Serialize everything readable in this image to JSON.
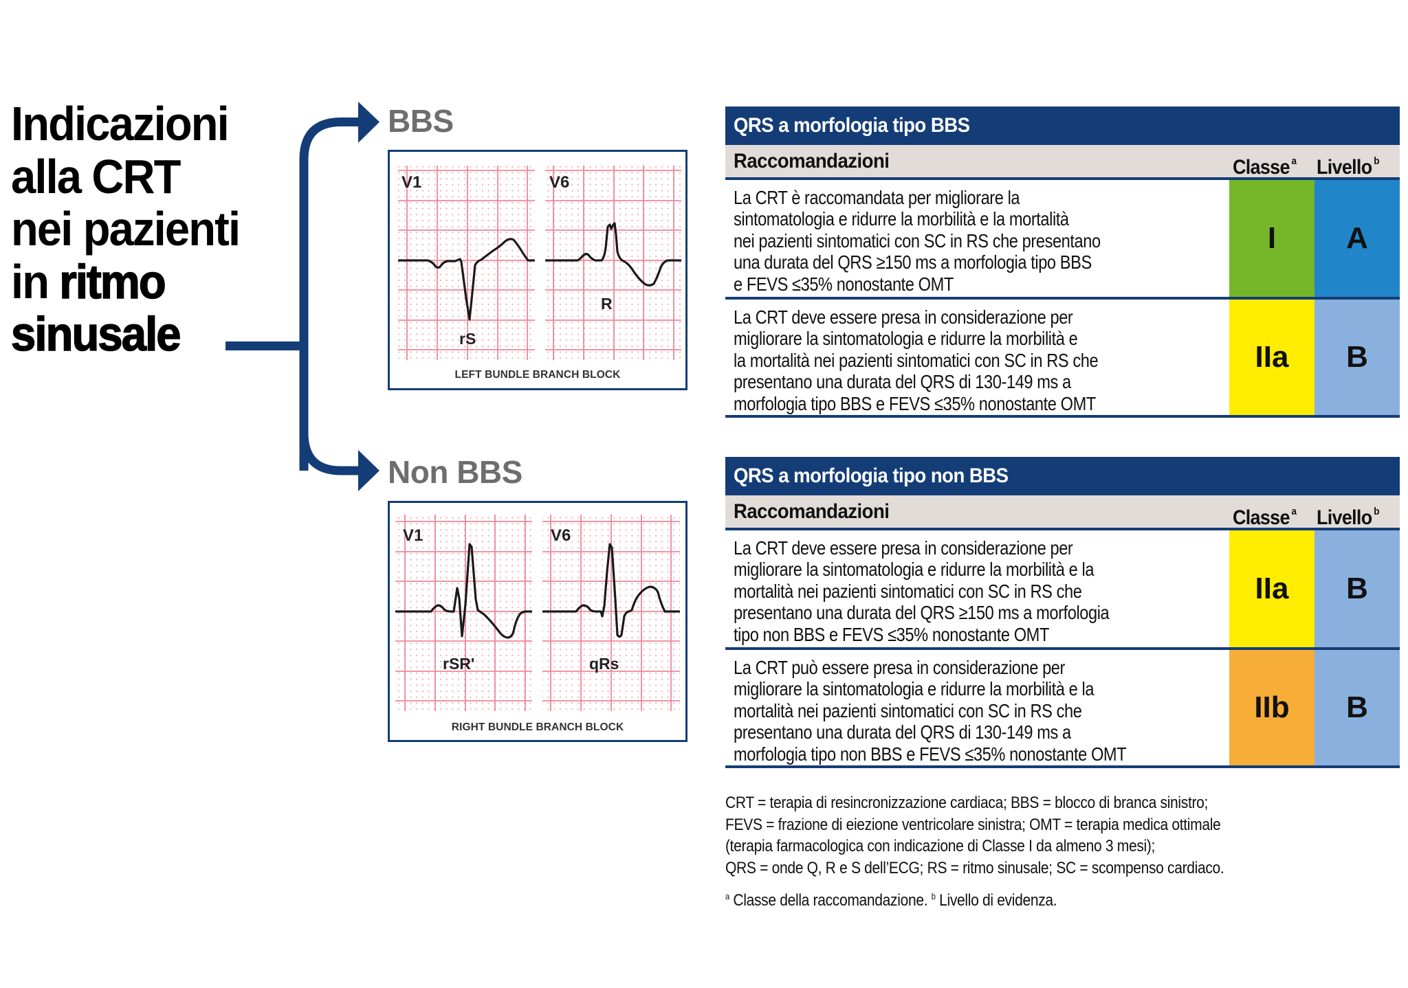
{
  "title": {
    "lines": [
      "Indicazioni",
      "alla CRT",
      "nei pazienti"
    ],
    "line4_normal": "in ",
    "line4_bold": "ritmo",
    "line5_bold": "sinusale"
  },
  "colors": {
    "navy": "#143d77",
    "header_gray": "#e2dcd9",
    "label_gray": "#6e6e6e",
    "class_I": "#76b72a",
    "class_IIa": "#ffed00",
    "class_IIb": "#f7ae38",
    "level_A": "#2186c9",
    "level_B": "#8ab0de",
    "ecg_grid": "#f09aa8"
  },
  "branches": {
    "bbs": {
      "label": "BBS",
      "ecg": {
        "lead_left": "V1",
        "lead_right": "V6",
        "wave_left": "rS",
        "wave_right": "R",
        "caption": "LEFT BUNDLE BRANCH BLOCK"
      }
    },
    "non_bbs": {
      "label": "Non BBS",
      "ecg": {
        "lead_left": "V1",
        "lead_right": "V6",
        "wave_left": "rSR'",
        "wave_right": "qRs",
        "caption": "RIGHT BUNDLE BRANCH BLOCK"
      }
    }
  },
  "tables": [
    {
      "title": "QRS a morfologia tipo BBS",
      "header": {
        "recommendations": "Raccomandazioni",
        "class": "Classe",
        "class_sup": "a",
        "level": "Livello",
        "level_sup": "b"
      },
      "rows": [
        {
          "lines": [
            "La CRT è raccomandata per migliorare la",
            "sintomatologia e ridurre la morbilità e la mortalità",
            "nei pazienti sintomatici con SC in RS che presentano",
            "una durata del QRS ≥150 ms a morfologia tipo BBS",
            "e FEVS ≤35% nonostante OMT"
          ],
          "class": "I",
          "class_color": "#76b72a",
          "level": "A",
          "level_color": "#2186c9"
        },
        {
          "lines": [
            "La CRT deve essere presa in considerazione per",
            "migliorare la sintomatologia e ridurre la morbilità e",
            "la mortalità nei pazienti sintomatici con SC in RS che",
            "presentano una durata del QRS di 130-149 ms a",
            "morfologia tipo BBS e FEVS ≤35% nonostante OMT"
          ],
          "class": "IIa",
          "class_color": "#ffed00",
          "level": "B",
          "level_color": "#8ab0de"
        }
      ]
    },
    {
      "title": "QRS a morfologia tipo non BBS",
      "header": {
        "recommendations": "Raccomandazioni",
        "class": "Classe",
        "class_sup": "a",
        "level": "Livello",
        "level_sup": "b"
      },
      "rows": [
        {
          "lines": [
            "La CRT deve essere presa in considerazione per",
            "migliorare la sintomatologia e ridurre la morbilità e la",
            "mortalità nei pazienti sintomatici con SC in RS che",
            "presentano una durata del QRS ≥150 ms a morfologia",
            "tipo non BBS e FEVS ≤35% nonostante OMT"
          ],
          "class": "IIa",
          "class_color": "#ffed00",
          "level": "B",
          "level_color": "#8ab0de"
        },
        {
          "lines": [
            "La CRT può essere presa in considerazione per",
            "migliorare la sintomatologia e ridurre la morbilità e la",
            "mortalità nei pazienti sintomatici con SC in RS che",
            "presentano una durata del QRS di 130-149 ms a",
            "morfologia tipo non BBS e FEVS ≤35% nonostante OMT"
          ],
          "class": "IIb",
          "class_color": "#f7ae38",
          "level": "B",
          "level_color": "#8ab0de"
        }
      ]
    }
  ],
  "footnotes": {
    "abbreviations": [
      "CRT = terapia di resincronizzazione cardiaca; BBS = blocco di branca sinistro;",
      "FEVS = frazione di eiezione ventricolare sinistra; OMT = terapia medica ottimale",
      "(terapia farmacologica con indicazione di Classe I da almeno 3 mesi);",
      "QRS = onde Q, R e S dell’ECG; RS = ritmo sinusale; SC = scompenso cardiaco."
    ],
    "sup_a": "a",
    "note_a": " Classe della raccomandazione. ",
    "sup_b": "b",
    "note_b": " Livello di evidenza."
  }
}
